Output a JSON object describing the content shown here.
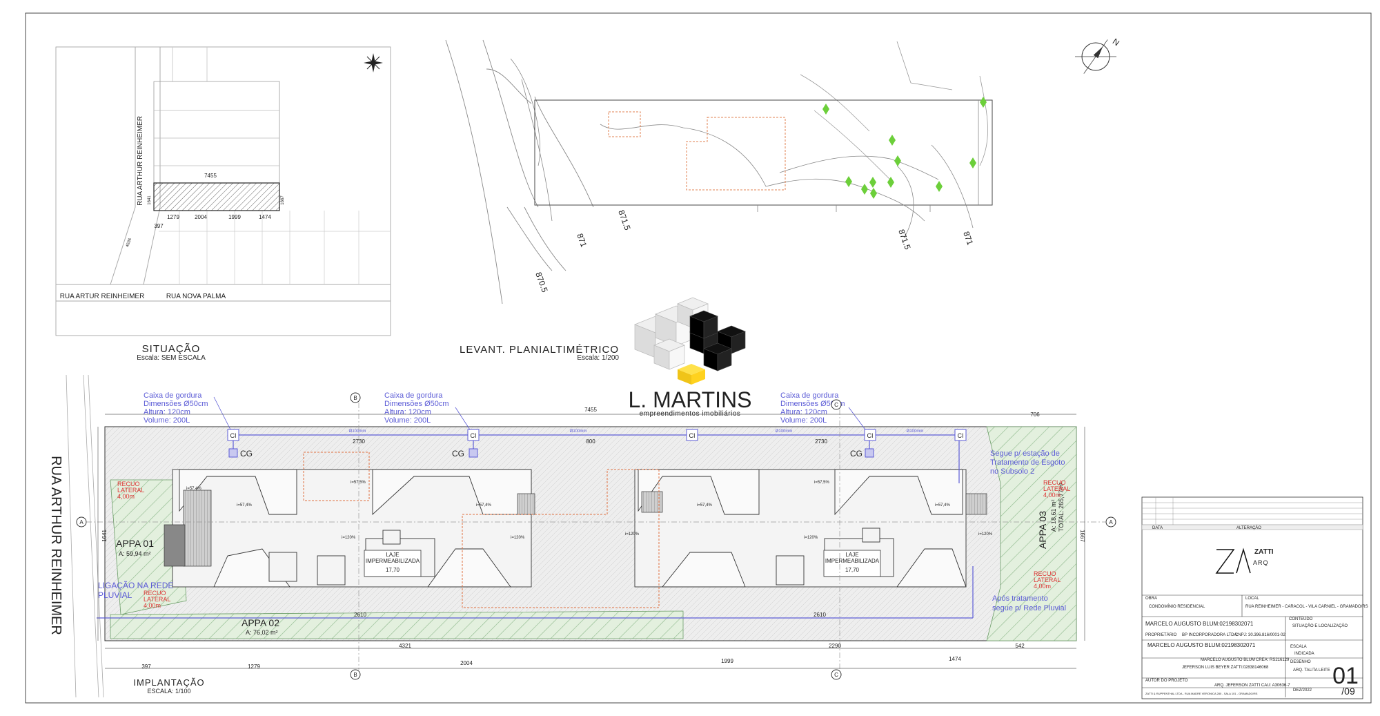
{
  "situacao": {
    "title": "SITUAÇÃO",
    "scale": "Escala: SEM ESCALA",
    "street_vertical": "RUA ARTHUR REINHEIMER",
    "street_bottom_1": "RUA ARTUR REINHEIMER",
    "street_bottom_2": "RUA NOVA PALMA",
    "dim_top": "7455",
    "dim_left": "1641",
    "dim_right": "1667",
    "dim_side": "4636",
    "dim_corner": "397",
    "dims_bottom": [
      "1279",
      "2004",
      "1999",
      "1474"
    ]
  },
  "levantamento": {
    "title": "LEVANT. PLANIALTIMÉTRICO",
    "scale": "Escala: 1/200",
    "contours": [
      "870.5",
      "871",
      "871.5",
      "871.5",
      "871"
    ],
    "north": "N"
  },
  "logo": {
    "name": "L. MARTINS",
    "tagline": "empreendimentos imobiliários"
  },
  "implantacao": {
    "title": "IMPLANTAÇÃO",
    "scale": "ESCALA: 1/100",
    "street": "RUA ARTHUR REINHEIMER",
    "grease_boxes": [
      [
        "Caixa de gordura",
        "Dimensões Ø50cm",
        "Altura: 120cm",
        "Volume: 200L"
      ],
      [
        "Caixa de gordura",
        "Dimensões Ø50cm",
        "Altura: 120cm",
        "Volume: 200L"
      ],
      [
        "Caixa de gordura",
        "Dimensões Ø50cm",
        "Altura: 120cm",
        "Volume: 200L"
      ]
    ],
    "cg": "CG",
    "ci": "CI",
    "pipe": "Ø100mm",
    "appa01": "APPA 01",
    "appa01_area": "A: 59,94 m²",
    "appa02": "APPA 02",
    "appa02_area": "A: 76,02 m²",
    "appa03": "APPA 03",
    "appa03_area": "A: 18,61 m²",
    "appa03_total": "TOTAL: 265,77m²",
    "recuo": [
      "RECUO",
      "LATERAL",
      "4,00m"
    ],
    "ligacao": [
      "LIGAÇÃO NA REDE",
      "PLUVIAL"
    ],
    "segue_esgoto": [
      "Segue p/ estação de",
      "Tratamento de Esgoto",
      "no Subsolo 2"
    ],
    "segue_pluvial": [
      "Após tratamento",
      "segue p/ Rede Pluvial"
    ],
    "laje": [
      "LAJE",
      "IMPERMEABILIZADA"
    ],
    "laje_level": "17,70",
    "slopes": [
      "i=57,5%",
      "i=57,4%",
      "i=120%"
    ],
    "marker_a": "A",
    "marker_b": "B",
    "marker_c": "C",
    "dims_top": [
      "7455",
      "706",
      "2730",
      "800",
      "2730"
    ],
    "dims_bottom": [
      "4321",
      "2290",
      "542",
      "397",
      "1279",
      "2004",
      "1999",
      "1474",
      "2610",
      "2610"
    ],
    "dim_left": "1641",
    "dim_right": "1667"
  },
  "titleblock": {
    "rev_header": "ALTERAÇÃO",
    "rev_date": "DATA",
    "firm": "ZATTI",
    "firm_sub": "ARQ",
    "obra_label": "OBRA",
    "obra": "CONDOMÍNIO RESIDENCIAL",
    "local_label": "LOCAL",
    "local": "RUA REINHEIMER - CARACOL - VILA CARNIEL - GRAMADO/RS",
    "signer1": "MARCELO AUGUSTO BLUM:02198302071",
    "signer2": "MARCELO AUGUSTO BLUM:02198302071",
    "owner_label": "PROPRIETÁRIO",
    "owner": "BP INCORPORADORA LTDA.",
    "cnpj": "CNPJ: 30.396.816/0001-02",
    "content_label": "CONTEÚDO",
    "content": "SITUAÇÃO E LOCALIZAÇÃO",
    "resp": "MARCELO AUGUSTO BLUM",
    "crea": "CREA: RS216129",
    "signer3": "JEFERSON LUIS BEYER ZATTI:02838146068",
    "author_label": "AUTOR DO PROJETO",
    "author": "ARQ. JEFERSON ZATTI CAU: A30636-7",
    "scale_label": "ESCALA",
    "scale": "INDICADA",
    "drawn_label": "DESENHO",
    "drawn": "ARQ. TALITA LEITE",
    "date": "DEZ/2022",
    "sheet": "01",
    "sheet_total": "/09",
    "footer": "ZATTI & RUPPENTHAL LTDA - RUA MADRE VERONICA 280 - SALA 101 - GRAMADO/RS"
  }
}
